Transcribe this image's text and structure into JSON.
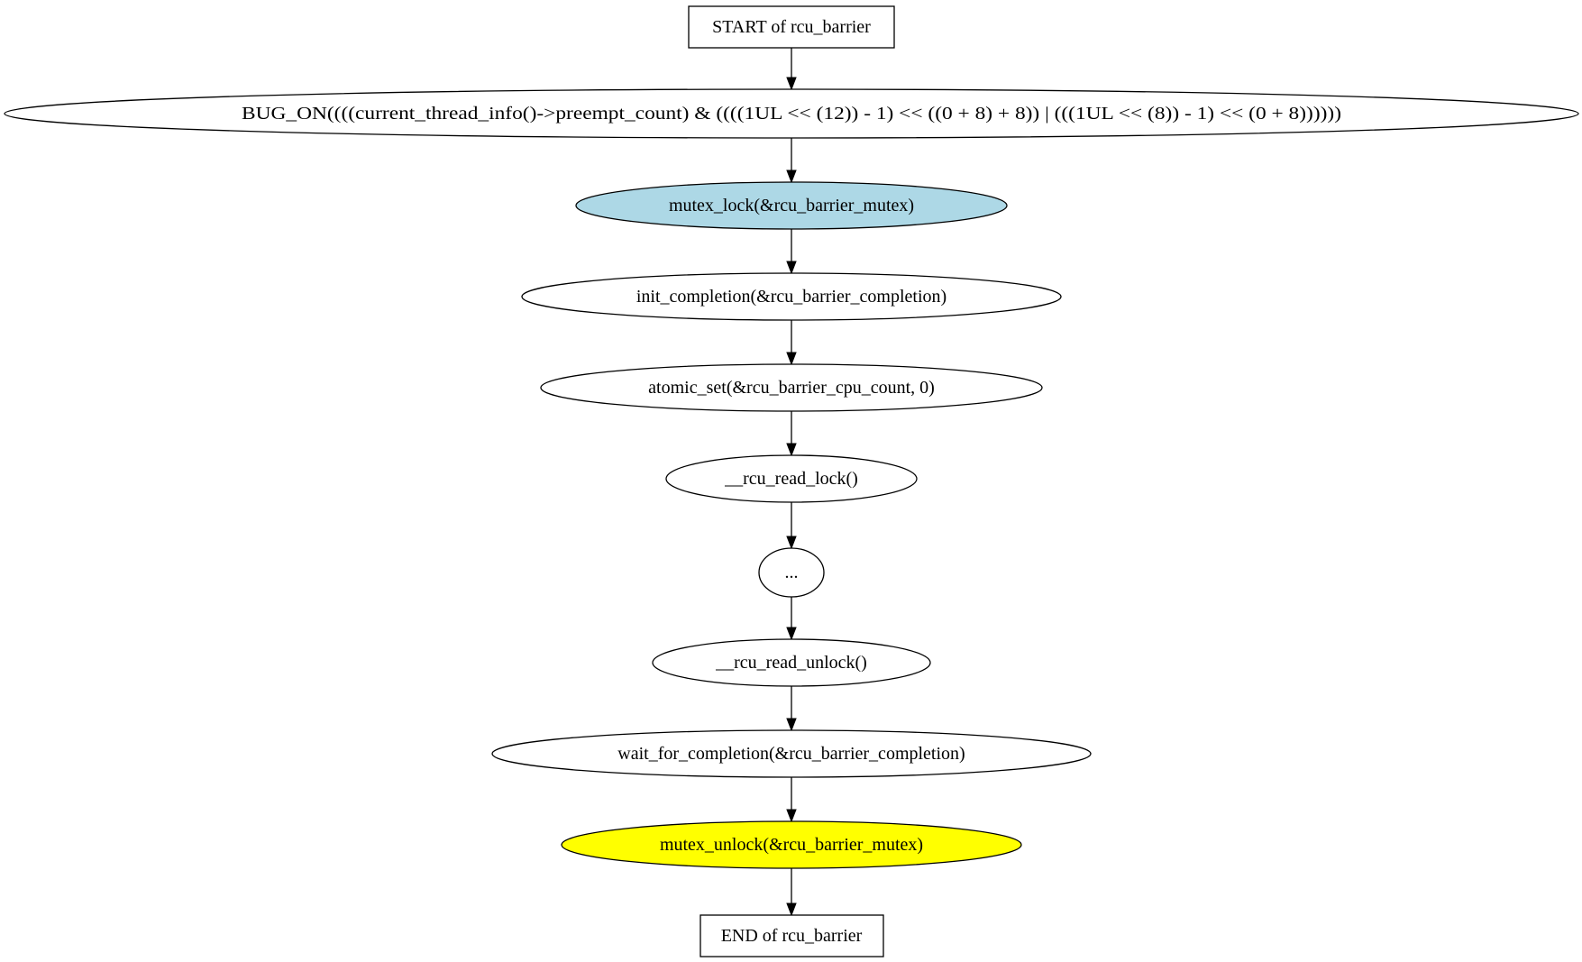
{
  "nodes": [
    {
      "id": "start",
      "label": "START of rcu_barrier",
      "shape": "box",
      "fill": "#ffffff"
    },
    {
      "id": "bug_on",
      "label": "BUG_ON((((current_thread_info()->preempt_count) & ((((1UL << (12)) - 1) << ((0 + 8) + 8)) | (((1UL << (8)) - 1) << (0 + 8))))))",
      "shape": "ellipse",
      "fill": "#ffffff"
    },
    {
      "id": "mutex_lock",
      "label": "mutex_lock(&rcu_barrier_mutex)",
      "shape": "ellipse",
      "fill": "#add8e6"
    },
    {
      "id": "init_completion",
      "label": "init_completion(&rcu_barrier_completion)",
      "shape": "ellipse",
      "fill": "#ffffff"
    },
    {
      "id": "atomic_set",
      "label": "atomic_set(&rcu_barrier_cpu_count, 0)",
      "shape": "ellipse",
      "fill": "#ffffff"
    },
    {
      "id": "rcu_read_lock",
      "label": "__rcu_read_lock()",
      "shape": "ellipse",
      "fill": "#ffffff"
    },
    {
      "id": "ellipsis",
      "label": "...",
      "shape": "ellipse",
      "fill": "#ffffff"
    },
    {
      "id": "rcu_read_unlock",
      "label": "__rcu_read_unlock()",
      "shape": "ellipse",
      "fill": "#ffffff"
    },
    {
      "id": "wait_for_completion",
      "label": "wait_for_completion(&rcu_barrier_completion)",
      "shape": "ellipse",
      "fill": "#ffffff"
    },
    {
      "id": "mutex_unlock",
      "label": "mutex_unlock(&rcu_barrier_mutex)",
      "shape": "ellipse",
      "fill": "#ffff00"
    },
    {
      "id": "end",
      "label": "END of rcu_barrier",
      "shape": "box",
      "fill": "#ffffff"
    }
  ],
  "edges": [
    [
      "start",
      "bug_on"
    ],
    [
      "bug_on",
      "mutex_lock"
    ],
    [
      "mutex_lock",
      "init_completion"
    ],
    [
      "init_completion",
      "atomic_set"
    ],
    [
      "atomic_set",
      "rcu_read_lock"
    ],
    [
      "rcu_read_lock",
      "ellipsis"
    ],
    [
      "ellipsis",
      "rcu_read_unlock"
    ],
    [
      "rcu_read_unlock",
      "wait_for_completion"
    ],
    [
      "wait_for_completion",
      "mutex_unlock"
    ],
    [
      "mutex_unlock",
      "end"
    ]
  ]
}
